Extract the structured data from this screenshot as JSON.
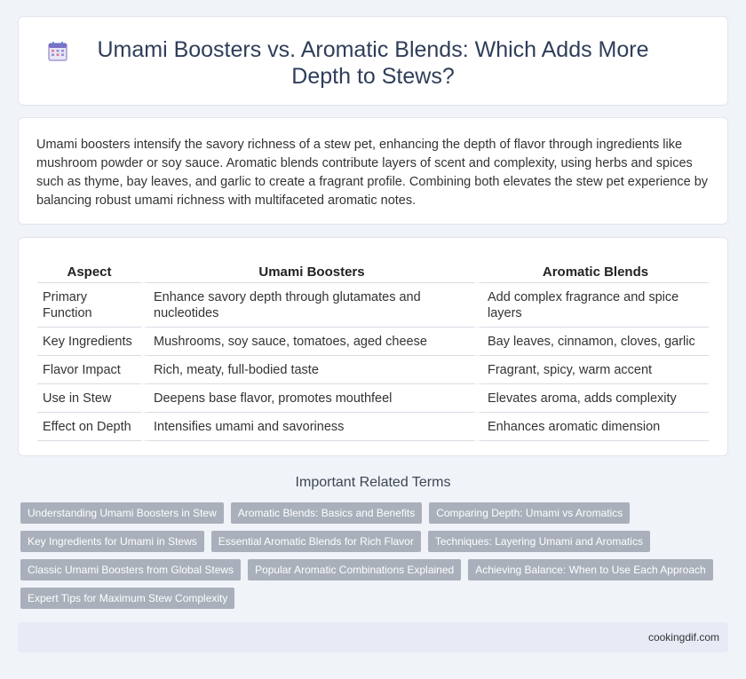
{
  "header": {
    "title": "Umami Boosters vs. Aromatic Blends: Which Adds More Depth to Stews?",
    "icon": "calendar-icon"
  },
  "intro": {
    "text": "Umami boosters intensify the savory richness of a stew pet, enhancing the depth of flavor through ingredients like mushroom powder or soy sauce. Aromatic blends contribute layers of scent and complexity, using herbs and spices such as thyme, bay leaves, and garlic to create a fragrant profile. Combining both elevates the stew pet experience by balancing robust umami richness with multifaceted aromatic notes."
  },
  "table": {
    "headers": [
      "Aspect",
      "Umami Boosters",
      "Aromatic Blends"
    ],
    "rows": [
      [
        "Primary Function",
        "Enhance savory depth through glutamates and nucleotides",
        "Add complex fragrance and spice layers"
      ],
      [
        "Key Ingredients",
        "Mushrooms, soy sauce, tomatoes, aged cheese",
        "Bay leaves, cinnamon, cloves, garlic"
      ],
      [
        "Flavor Impact",
        "Rich, meaty, full-bodied taste",
        "Fragrant, spicy, warm accent"
      ],
      [
        "Use in Stew",
        "Deepens base flavor, promotes mouthfeel",
        "Elevates aroma, adds complexity"
      ],
      [
        "Effect on Depth",
        "Intensifies umami and savoriness",
        "Enhances aromatic dimension"
      ]
    ]
  },
  "related": {
    "title": "Important Related Terms",
    "tags": [
      "Understanding Umami Boosters in Stew",
      "Aromatic Blends: Basics and Benefits",
      "Comparing Depth: Umami vs Aromatics",
      "Key Ingredients for Umami in Stews",
      "Essential Aromatic Blends for Rich Flavor",
      "Techniques: Layering Umami and Aromatics",
      "Classic Umami Boosters from Global Stews",
      "Popular Aromatic Combinations Explained",
      "Achieving Balance: When to Use Each Approach",
      "Expert Tips for Maximum Stew Complexity"
    ]
  },
  "footer": {
    "site": "cookingdif.com"
  }
}
